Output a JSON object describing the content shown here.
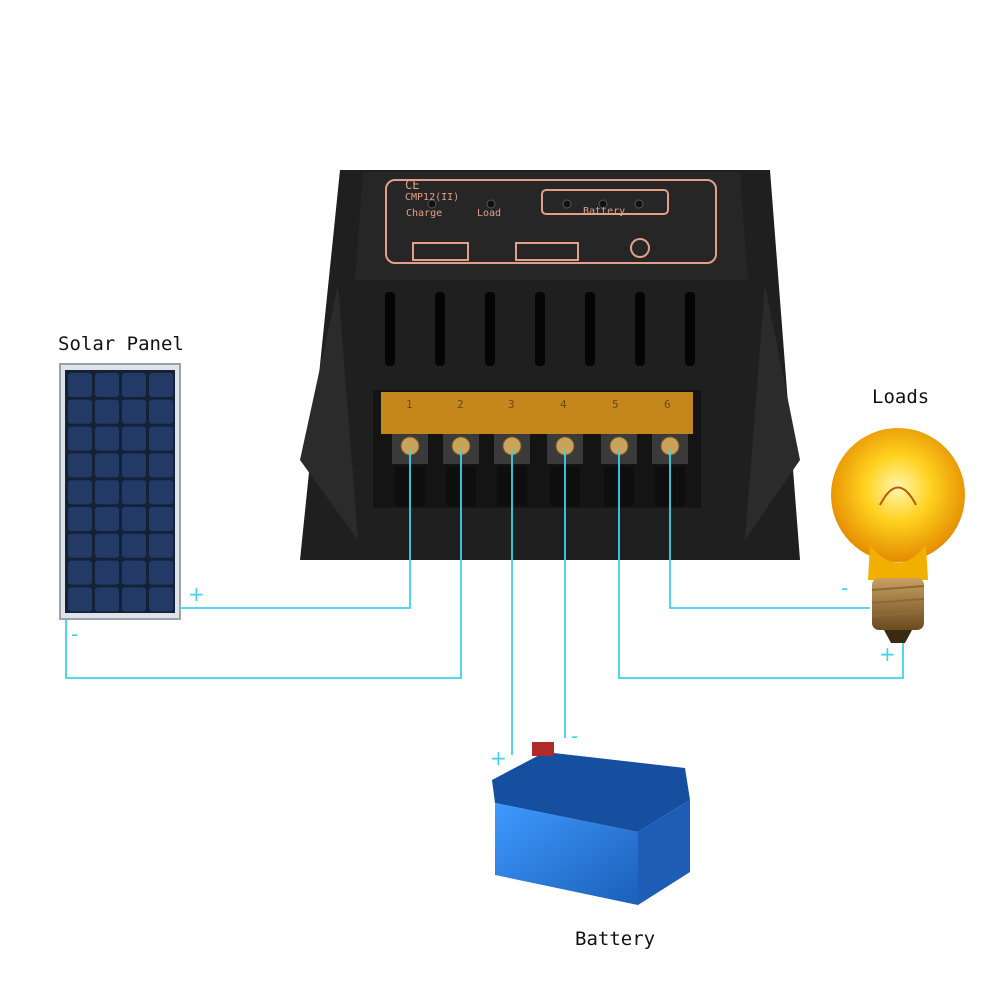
{
  "labels": {
    "solar_panel": "Solar Panel",
    "loads": "Loads",
    "battery": "Battery"
  },
  "controller": {
    "ce_mark": "CE",
    "model": "CMP12(II)",
    "indicators": [
      "Charge",
      "Load"
    ],
    "battery_indicator": "Battery",
    "terminal_numbers": [
      "1",
      "2",
      "3",
      "4",
      "5",
      "6"
    ]
  },
  "polarity": {
    "plus": "+",
    "minus": "-"
  },
  "colors": {
    "wire": "#3fd2ec",
    "controller_body": "#2a2a2a",
    "controller_trim": "#e0a08a",
    "terminal_cover": "#d8931d",
    "battery_blue": "#2f7fd8",
    "bulb_glow": "#f6b400",
    "panel_cells": "#1a2540"
  }
}
